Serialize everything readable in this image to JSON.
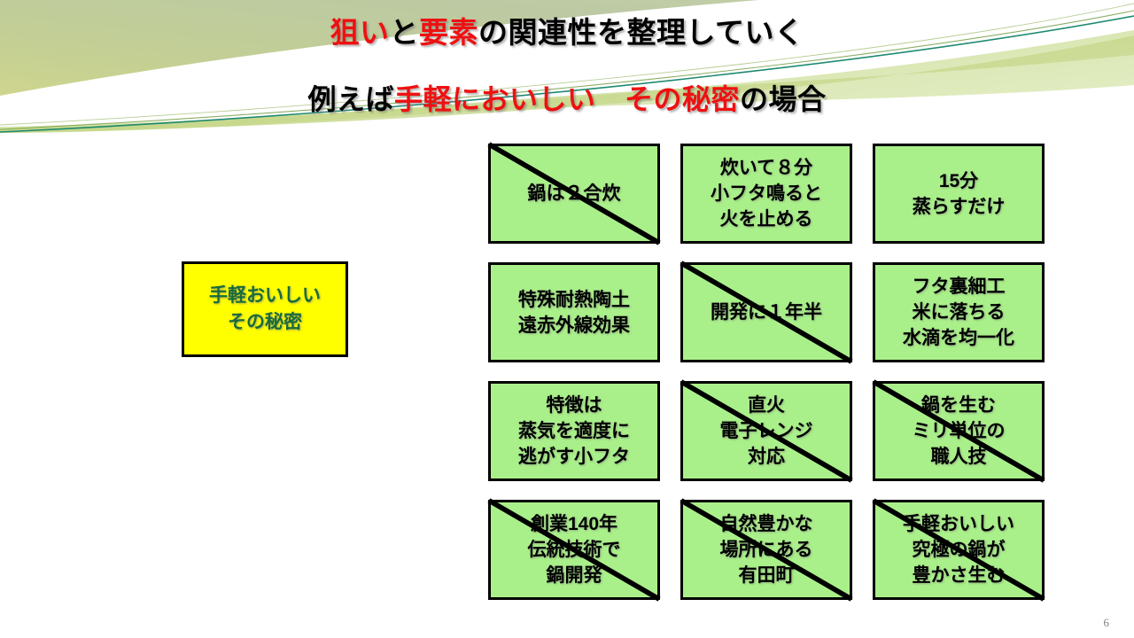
{
  "slide": {
    "page_number": "6",
    "colors": {
      "element_box_fill": "#aaf08a",
      "theme_box_fill": "#ffff00",
      "theme_box_text": "#1a6b3c",
      "highlight_red": "#ee1111",
      "border": "#000000",
      "band_green_dark": "#9fbe52",
      "band_green_light": "#d8e4ae",
      "band_line_teal": "#1f8a70"
    }
  },
  "title": {
    "main": {
      "segments": [
        {
          "text": "狙い",
          "highlight": true
        },
        {
          "text": "と",
          "highlight": false
        },
        {
          "text": "要素",
          "highlight": true
        },
        {
          "text": "の関連性を整理していく",
          "highlight": false
        }
      ]
    },
    "sub": {
      "segments": [
        {
          "text": "例えば",
          "highlight": false
        },
        {
          "text": "手軽においしい　その秘密",
          "highlight": true
        },
        {
          "text": "の場合",
          "highlight": false
        }
      ]
    }
  },
  "theme_box": {
    "lines": [
      "手軽おいしい",
      "その秘密"
    ]
  },
  "elements": [
    {
      "lines": [
        "鍋は２合炊"
      ],
      "struck": true
    },
    {
      "lines": [
        "炊いて８分",
        "小フタ鳴ると",
        "火を止める"
      ],
      "struck": false
    },
    {
      "lines": [
        "15分",
        "蒸らすだけ"
      ],
      "struck": false
    },
    {
      "lines": [
        "特殊耐熱陶土",
        "遠赤外線効果"
      ],
      "struck": false
    },
    {
      "lines": [
        "開発に１年半"
      ],
      "struck": true
    },
    {
      "lines": [
        "フタ裏細工",
        "米に落ちる",
        "水滴を均一化"
      ],
      "struck": false
    },
    {
      "lines": [
        "特徴は",
        "蒸気を適度に",
        "逃がす小フタ"
      ],
      "struck": false
    },
    {
      "lines": [
        "直火",
        "電子レンジ",
        "対応"
      ],
      "struck": true
    },
    {
      "lines": [
        "鍋を生む",
        "ミリ単位の",
        "職人技"
      ],
      "struck": true
    },
    {
      "lines": [
        "創業140年",
        "伝統技術で",
        "鍋開発"
      ],
      "struck": true
    },
    {
      "lines": [
        "自然豊かな",
        "場所にある",
        "有田町"
      ],
      "struck": true
    },
    {
      "lines": [
        "手軽おいしい",
        "究極の鍋が",
        "豊かさ生む"
      ],
      "struck": true
    }
  ]
}
